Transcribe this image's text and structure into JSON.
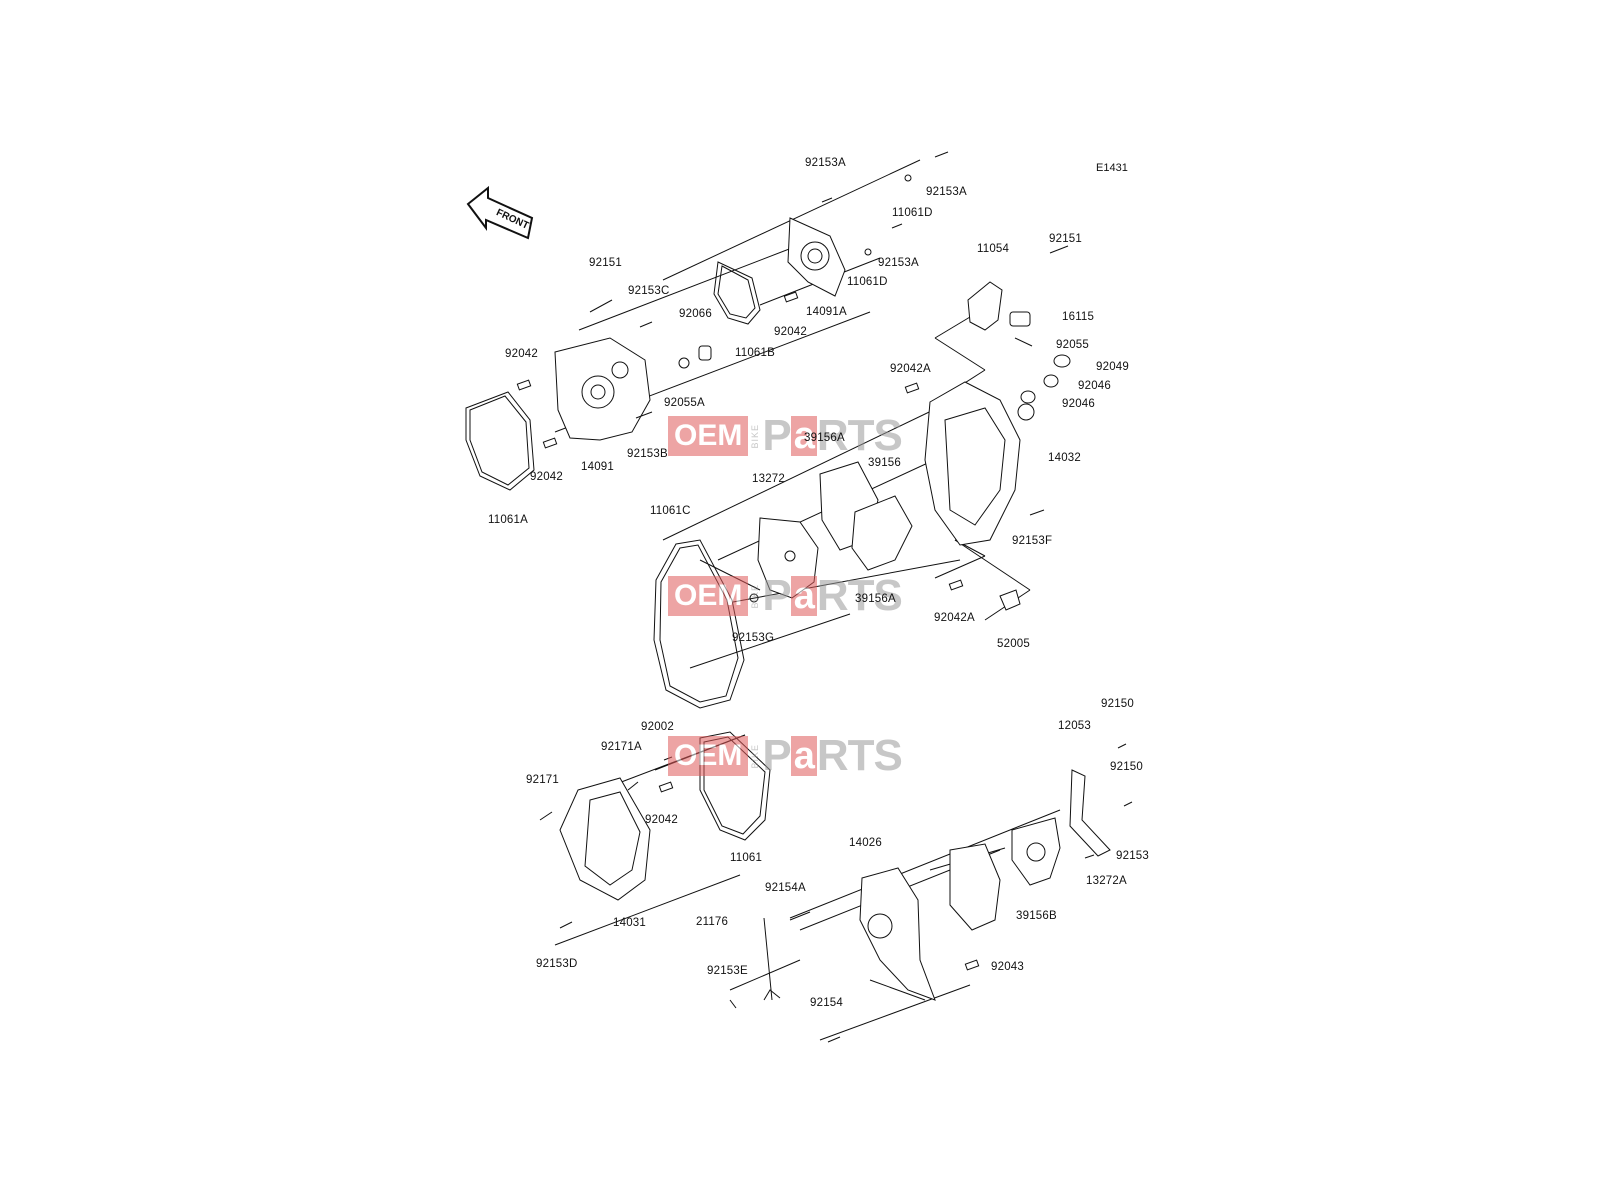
{
  "diagram": {
    "code": "E1431",
    "front_label": "FRONT",
    "watermark": {
      "oem": "OEM",
      "bike": "BIKE",
      "parts_p": "P",
      "parts_a": "a",
      "parts_rest": "RTS"
    },
    "labels": {
      "l_92153A_1": "92153A",
      "l_92153A_2": "92153A",
      "l_11061D_1": "11061D",
      "l_92153A_3": "92153A",
      "l_11061D_2": "11061D",
      "l_14091A": "14091A",
      "l_92042_top": "92042",
      "l_11061B": "11061B",
      "l_92066": "92066",
      "l_92055A": "92055A",
      "l_92151_left": "92151",
      "l_92153C": "92153C",
      "l_92042_left": "92042",
      "l_92042_left2": "92042",
      "l_14091": "14091",
      "l_92153B": "92153B",
      "l_11061A": "11061A",
      "l_11054": "11054",
      "l_92151_right": "92151",
      "l_16115": "16115",
      "l_92055": "92055",
      "l_92042A_top": "92042A",
      "l_92049": "92049",
      "l_92046_1": "92046",
      "l_92046_2": "92046",
      "l_39156A_top": "39156A",
      "l_14032": "14032",
      "l_13272": "13272",
      "l_39156": "39156",
      "l_11061C": "11061C",
      "l_92153F": "92153F",
      "l_39156A_bot": "39156A",
      "l_92153G": "92153G",
      "l_92042A_bot": "92042A",
      "l_52005": "52005",
      "l_92002": "92002",
      "l_92171A": "92171A",
      "l_92171": "92171",
      "l_92042_low": "92042",
      "l_11061": "11061",
      "l_14031": "14031",
      "l_92153D": "92153D",
      "l_92150_1": "92150",
      "l_12053": "12053",
      "l_92150_2": "92150",
      "l_92153": "92153",
      "l_13272A": "13272A",
      "l_14026": "14026",
      "l_92154A": "92154A",
      "l_39156B": "39156B",
      "l_21176": "21176",
      "l_92043": "92043",
      "l_92153E": "92153E",
      "l_92154": "92154"
    }
  }
}
